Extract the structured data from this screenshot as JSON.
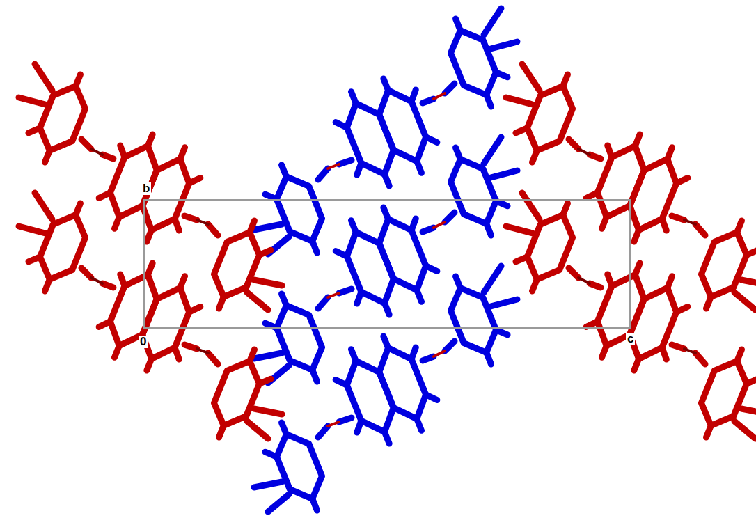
{
  "diagram": {
    "labels": [
      "b",
      "0",
      "c"
    ]
  }
}
